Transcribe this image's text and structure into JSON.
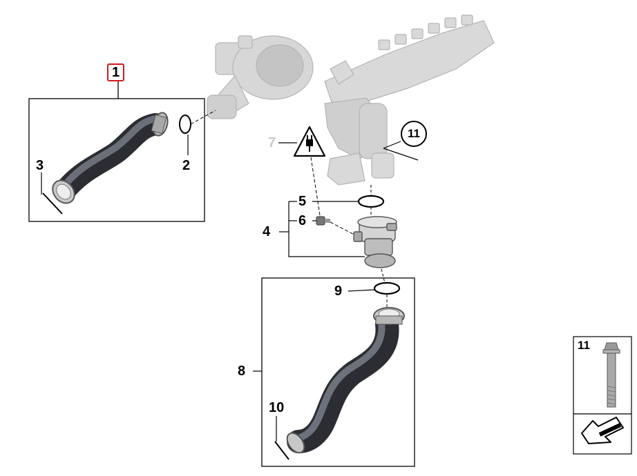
{
  "callouts": {
    "part_1": "1",
    "part_2": "2",
    "part_3": "3",
    "part_4": "4",
    "part_5": "5",
    "part_6": "6",
    "part_7": "7",
    "part_8": "8",
    "part_9": "9",
    "part_10": "10",
    "part_11_circle": "11",
    "part_11_box": "11"
  },
  "selected_part": "1",
  "icons": [
    "electrical-connector-warning-icon",
    "direction-arrow-icon"
  ],
  "colors": {
    "selection_highlight": "#d11a1a",
    "hose": "#4a4d54",
    "ghost_parts": "#c9c9c9"
  }
}
